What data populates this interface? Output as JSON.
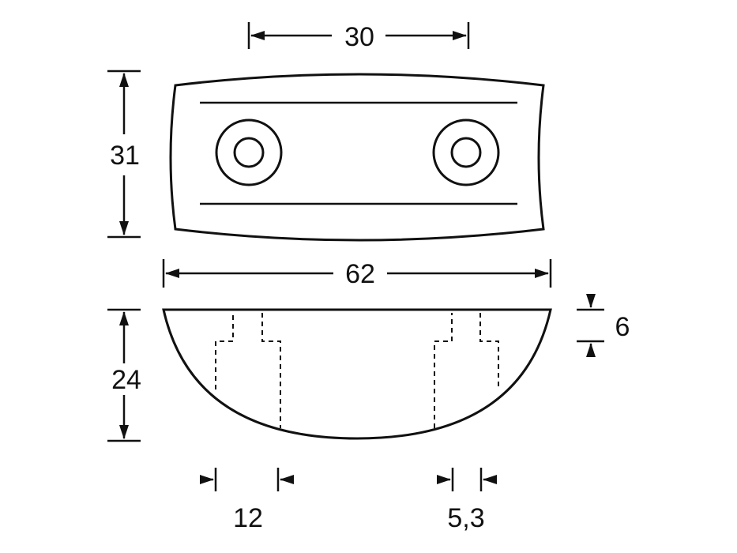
{
  "dimensions": {
    "hole_spacing": "30",
    "top_height": "31",
    "overall_length": "62",
    "side_height": "24",
    "counterbore_depth": "6",
    "counterbore_diameter": "12",
    "hole_diameter": "5,3"
  },
  "colors": {
    "stroke": "#111111",
    "background": "#ffffff"
  }
}
